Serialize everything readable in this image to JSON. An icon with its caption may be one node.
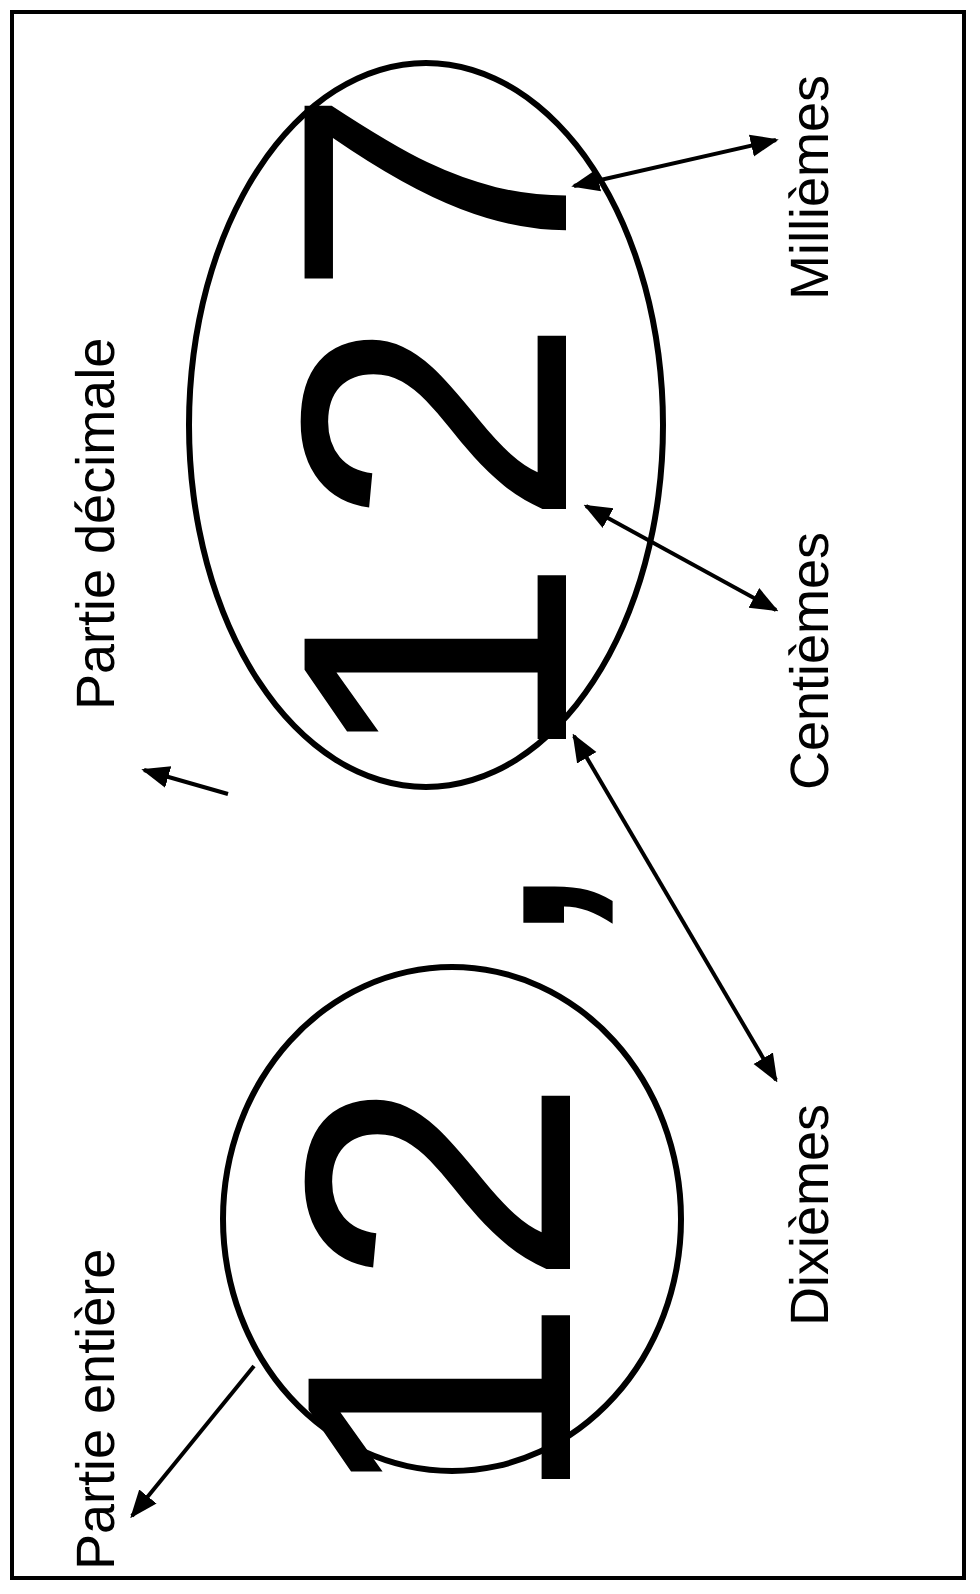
{
  "diagram": {
    "nodes": [
      {
        "text": [
          "Partie entière"
        ]
      },
      {
        "text": [],
        "shape": "ellipse"
      },
      {
        "text": [
          "1"
        ],
        "in": 1
      },
      {
        "text": [
          "2"
        ],
        "in": 1
      },
      {
        "text": [],
        "shape": "ellipse"
      },
      {
        "text": [
          "1"
        ],
        "in": 4
      },
      {
        "text": [
          "2"
        ],
        "in": 4
      },
      {
        "text": [
          "7"
        ],
        "in": 4
      },
      {
        "text": [
          "Partie décimale"
        ]
      },
      {
        "text": [
          "Dixièmes"
        ]
      },
      {
        "text": [
          "Centièmes"
        ]
      },
      {
        "text": [
          "Millièmes"
        ]
      }
    ],
    "edges": [
      {
        "from": 1,
        "to": 0,
        "arrow": "to"
      },
      {
        "from": 4,
        "to": 8,
        "arrow": "to"
      },
      {
        "from": 5,
        "to": 9,
        "arrow": "both"
      },
      {
        "from": 6,
        "to": 10,
        "arrow": "both"
      },
      {
        "from": 7,
        "to": 11,
        "arrow": "both"
      }
    ],
    "labels": [
      ","
    ]
  }
}
